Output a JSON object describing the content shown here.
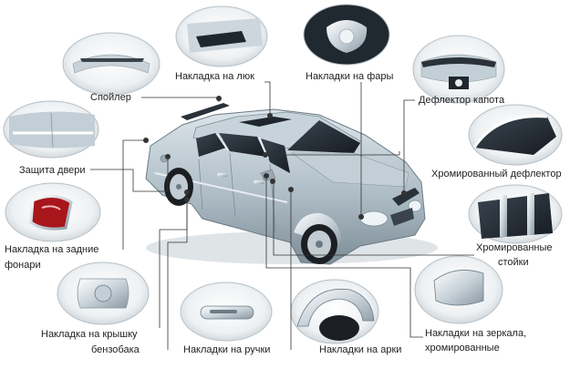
{
  "labels": {
    "spoiler": "Спойлер",
    "sunroof": "Накладка на люк",
    "headlights": "Накладки на фары",
    "hood_deflector": "Дефлектор капота",
    "door_guard": "Защита двери",
    "chrome_deflector": "Хромированный  дефлектор",
    "rear_lights_1": "Накладка на задние",
    "rear_lights_2": "фонари",
    "chrome_pillars_1": "Хромированные",
    "chrome_pillars_2": "стойки",
    "fuel_cap_1": "Накладка на крышку",
    "fuel_cap_2": "бензобака",
    "mirrors_1": "Накладки на зеркала,",
    "mirrors_2": "хромированные",
    "handles": "Накладки на ручки",
    "arches": "Накладки на арки"
  },
  "colors": {
    "car_body": "#b9c7cf",
    "chrome": "#e7edf1",
    "leader_line": "#333333"
  }
}
